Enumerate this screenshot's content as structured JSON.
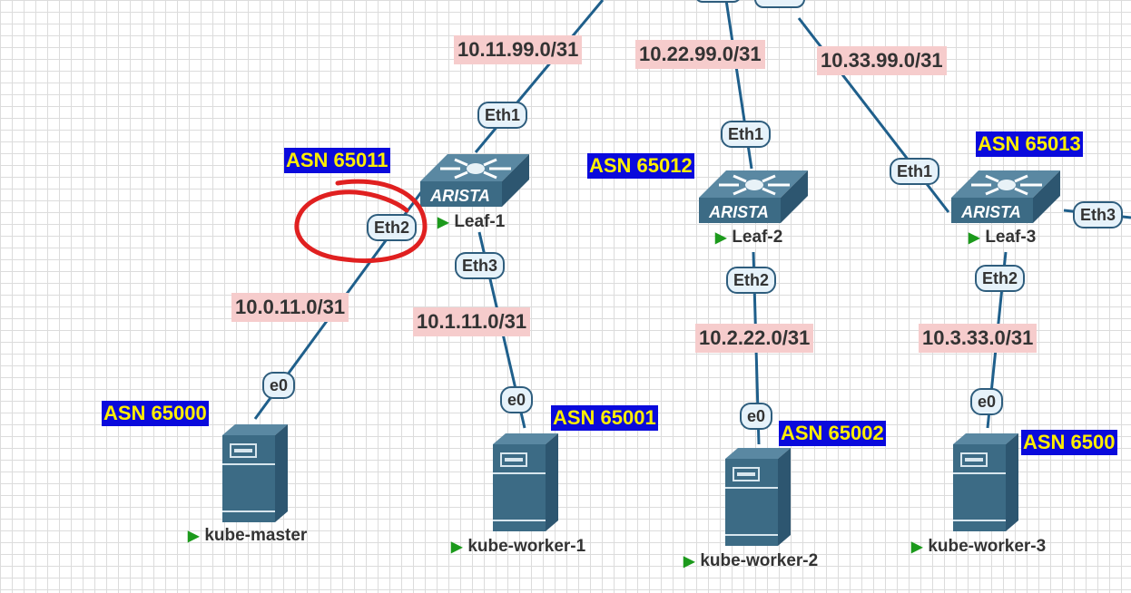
{
  "colors": {
    "link": "#1f5f8b",
    "device": "#3c6b85",
    "subnet_bg": "#f6cccc",
    "asn_bg": "#0a0adc",
    "asn_text": "#ffee00",
    "port_border": "#2e5d7d",
    "annotation_circle": "#e02020",
    "play_icon": "#1c9a1c"
  },
  "switches": [
    {
      "name": "Leaf-1",
      "brand": "ARISTA",
      "asn": "ASN 65011",
      "icon": "arista-switch-icon"
    },
    {
      "name": "Leaf-2",
      "brand": "ARISTA",
      "asn": "ASN 65012",
      "icon": "arista-switch-icon"
    },
    {
      "name": "Leaf-3",
      "brand": "ARISTA",
      "asn": "ASN 65013",
      "icon": "arista-switch-icon"
    }
  ],
  "servers": [
    {
      "name": "kube-master",
      "asn": "ASN 65000",
      "icon": "server-icon"
    },
    {
      "name": "kube-worker-1",
      "asn": "ASN 65001",
      "icon": "server-icon"
    },
    {
      "name": "kube-worker-2",
      "asn": "ASN 65002",
      "icon": "server-icon"
    },
    {
      "name": "kube-worker-3",
      "asn": "ASN 6500",
      "icon": "server-icon"
    }
  ],
  "subnets": [
    "10.11.99.0/31",
    "10.22.99.0/31",
    "10.33.99.0/31",
    "10.0.11.0/31",
    "10.1.11.0/31",
    "10.2.22.0/31",
    "10.3.33.0/31"
  ],
  "ports": [
    "Eth1",
    "Eth1",
    "Eth1",
    "Eth2",
    "Eth3",
    "Eth2",
    "Eth2",
    "Eth3",
    "e0",
    "e0",
    "e0",
    "e0"
  ]
}
